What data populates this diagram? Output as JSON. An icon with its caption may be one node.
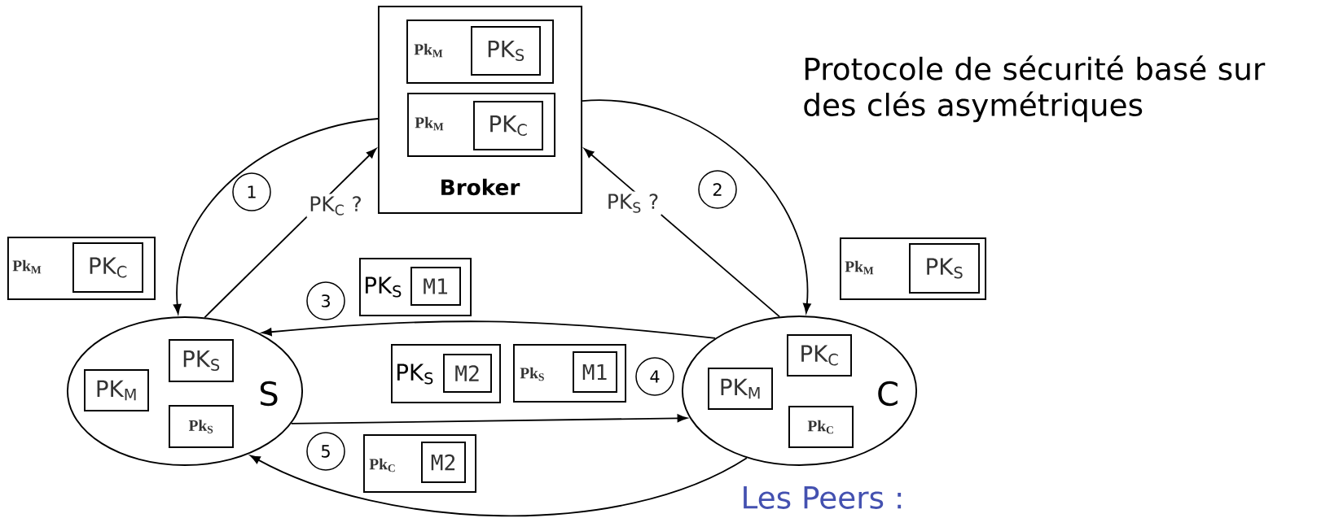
{
  "diagram": {
    "title": "Protocole de sécurité basé sur des clés asymétriques",
    "nodes": [
      {
        "text": [
          "Broker"
        ]
      },
      {
        "text": [
          "Pk$_{M}$"
        ],
        "in": 0
      },
      {
        "text": [
          "PK$_{S}$"
        ],
        "in": 1
      },
      {
        "text": [
          "Pk$_{M}$"
        ],
        "in": 0
      },
      {
        "text": [
          "PK$_{C}$"
        ],
        "in": 3
      },
      {
        "text": [
          "Pk$_{M}$"
        ]
      },
      {
        "text": [
          "PK$_{C}$"
        ],
        "in": 5
      },
      {
        "text": [
          "Pk$_{M}$"
        ]
      },
      {
        "text": [
          "PK$_{S}$"
        ],
        "in": 7
      },
      {
        "text": [
          "S"
        ]
      },
      {
        "text": [
          "PK$_{M}$"
        ],
        "in": 9
      },
      {
        "text": [
          "PK$_{S}$"
        ],
        "in": 9
      },
      {
        "text": [
          "Pk$_{S}$"
        ],
        "in": 9
      },
      {
        "text": [
          "C"
        ]
      },
      {
        "text": [
          "PK$_{M}$"
        ],
        "in": 13
      },
      {
        "text": [
          "PK$_{C}$"
        ],
        "in": 13
      },
      {
        "text": [
          "Pk$_{C}$"
        ],
        "in": 13
      },
      {
        "text": [
          "PK$_{S}$"
        ]
      },
      {
        "text": [
          "M1"
        ],
        "in": 17
      },
      {
        "text": [
          "PK$_{S}$"
        ]
      },
      {
        "text": [
          "M2"
        ],
        "in": 19
      },
      {
        "text": [
          "Pk$_{S}$"
        ]
      },
      {
        "text": [
          "M1"
        ],
        "in": 21
      },
      {
        "text": [
          "Pk$_{C}$"
        ]
      },
      {
        "text": [
          "M2"
        ],
        "in": 23
      },
      {
        "text": [
          "1"
        ]
      },
      {
        "text": [
          "2"
        ]
      },
      {
        "text": [
          "3"
        ]
      },
      {
        "text": [
          "4"
        ]
      },
      {
        "text": [
          "5"
        ]
      }
    ],
    "edges": [
      {
        "from": 0,
        "to": 9,
        "arrow": "to"
      },
      {
        "from": 9,
        "to": 0,
        "arrow": "to",
        "label": "PK$_{C}$ ?"
      },
      {
        "from": 13,
        "to": 0,
        "arrow": "to",
        "label": "PK$_{S}$ ?"
      },
      {
        "from": 0,
        "to": 13,
        "arrow": "to"
      },
      {
        "from": 13,
        "to": 9,
        "arrow": "to"
      },
      {
        "from": 9,
        "to": 13,
        "arrow": "to"
      },
      {
        "from": 13,
        "to": 9,
        "arrow": "to"
      }
    ],
    "labels": [
      "Les Peers :"
    ]
  }
}
